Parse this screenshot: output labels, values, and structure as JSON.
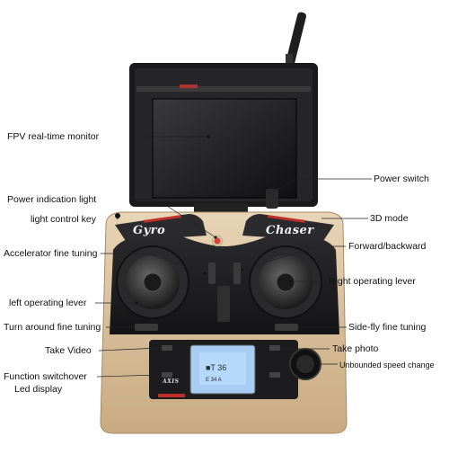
{
  "labels": {
    "fpv_monitor": "FPV real-time monitor",
    "power_switch": "Power switch",
    "power_indication_light": "Power indication light",
    "light_control_key": "light control key",
    "mode_3d": "3D mode",
    "accelerator_fine_tuning": "Accelerator fine tuning",
    "forward_backward": "Forward/backward",
    "right_operating_lever": "Right operating lever",
    "left_operating_lever": "left operating lever",
    "turn_around_fine_tuning": "Turn around fine tuning",
    "side_fly_fine_tuning": "Side-fly fine tuning",
    "take_video": "Take Video",
    "take_photo": "Take photo",
    "unbounded_speed_change": "Unbounded speed change",
    "function_switchover": "Function switchover",
    "led_display": "Led display"
  },
  "device": {
    "brand_left": "Gyro",
    "brand_right": "Chaser",
    "logo": "AXIS"
  },
  "colors": {
    "body": "#d9c3a3",
    "body_dark": "#b99b74",
    "panel": "#1c1c1e",
    "accent_red": "#c0302a",
    "lcd": "#9ec6f0"
  }
}
